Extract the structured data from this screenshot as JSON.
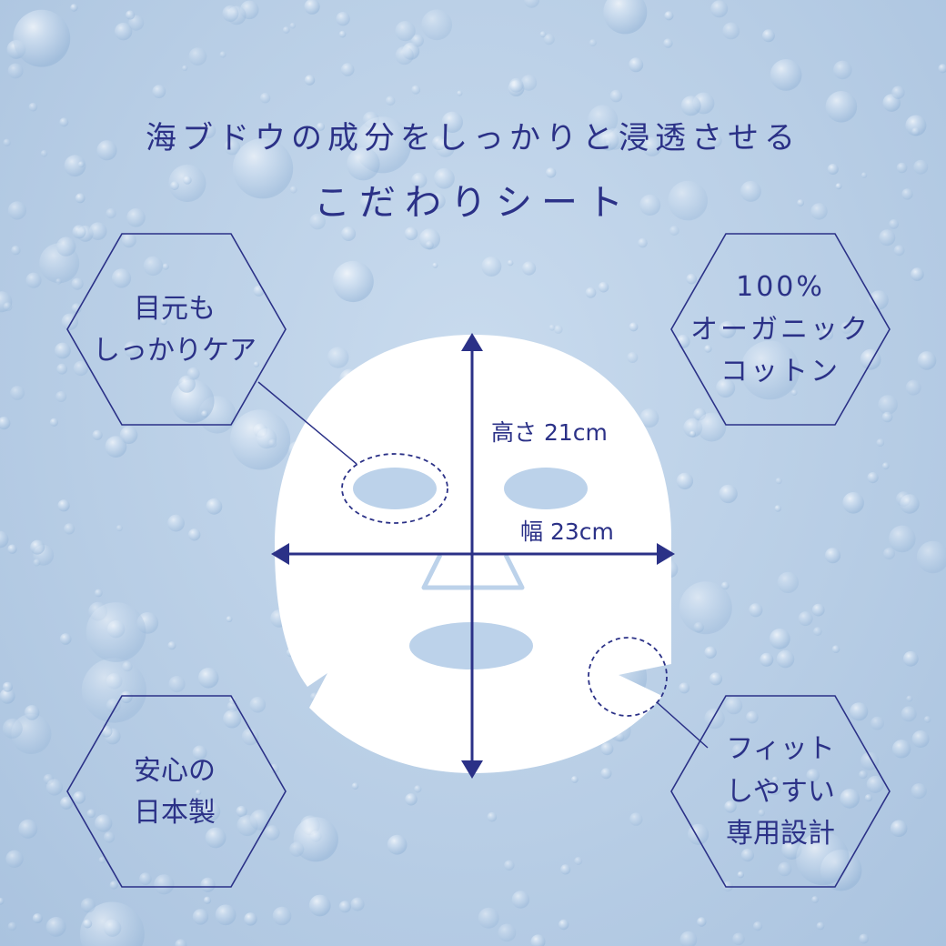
{
  "headline": {
    "line1": "海ブドウの成分をしっかりと浸透させる",
    "line2": "こだわりシート"
  },
  "features": [
    {
      "id": "eye-care",
      "lines": [
        "目元も",
        "しっかりケア"
      ]
    },
    {
      "id": "organic-cotton",
      "lines": [
        "100%",
        "オーガニック",
        "コットン"
      ]
    },
    {
      "id": "made-in-japan",
      "lines": [
        "安心の",
        "日本製"
      ]
    },
    {
      "id": "fit-design",
      "lines": [
        "フィット",
        "しやすい",
        "専用設計"
      ]
    }
  ],
  "dimensions": {
    "height_label": "高さ 21cm",
    "width_label": "幅 23cm"
  },
  "colors": {
    "background": "#b7cde5",
    "accent": "#2b3187",
    "mask": "#ffffff",
    "mask_hole": "#bcd2ea"
  }
}
